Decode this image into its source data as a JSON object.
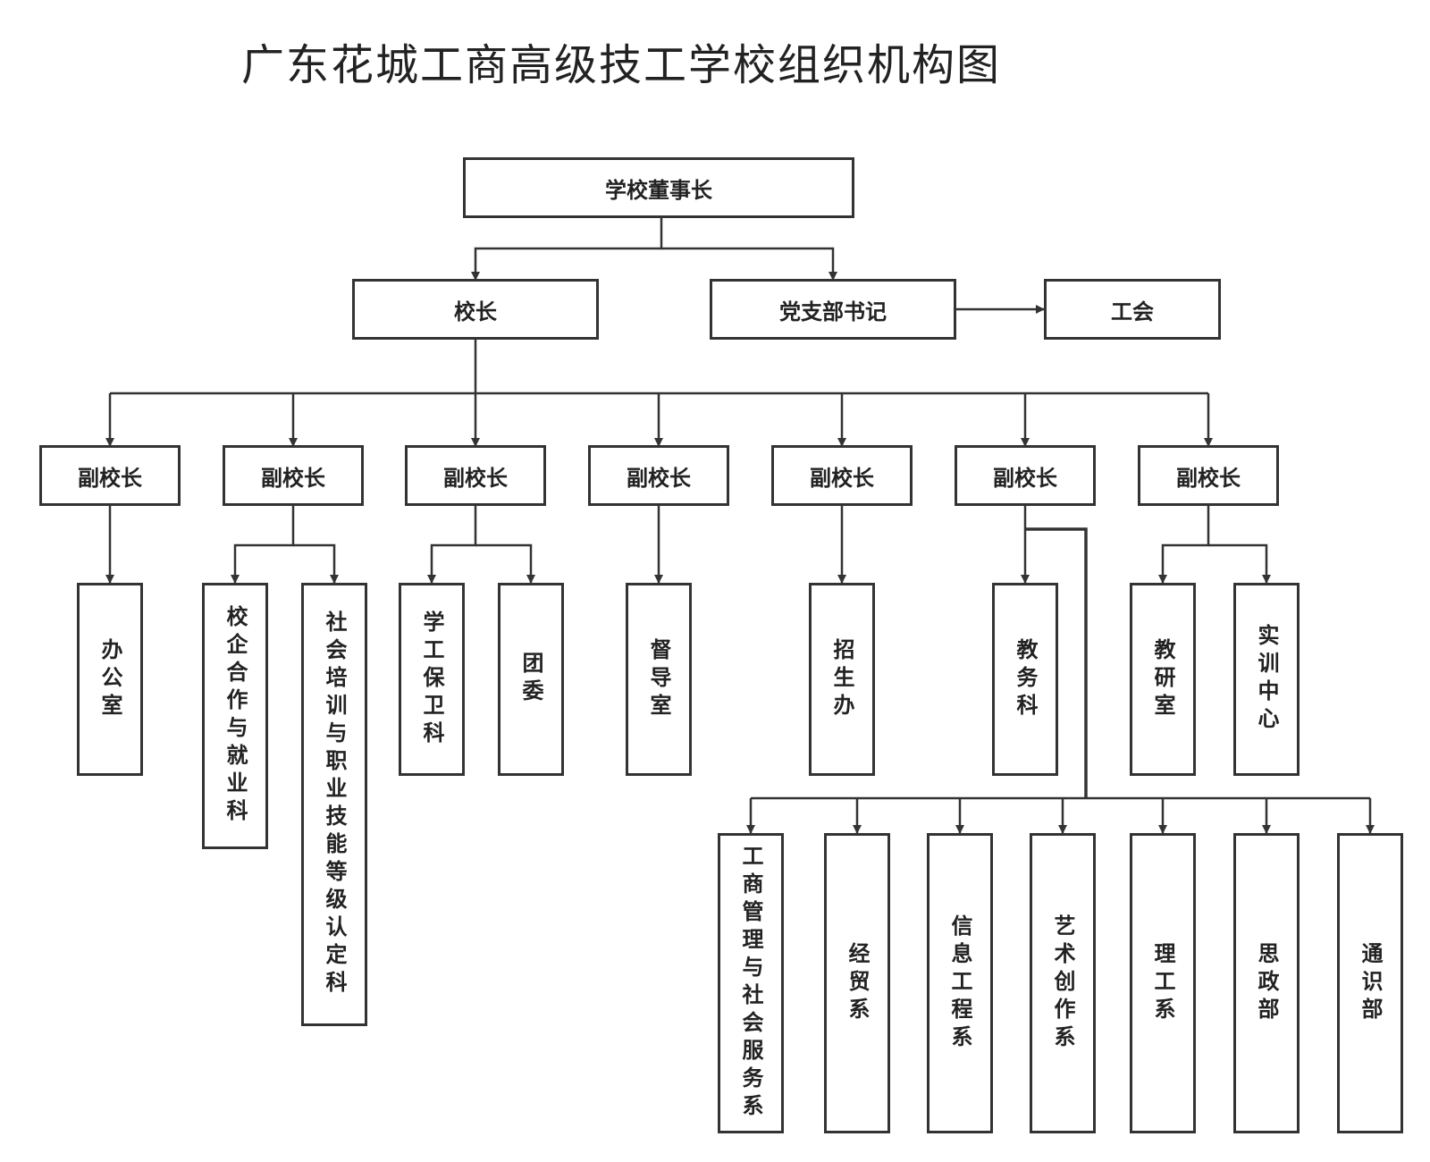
{
  "title": "广东花城工商高级技工学校组织机构图",
  "chairman": "学校董事长",
  "principal": "校长",
  "party_secretary": "党支部书记",
  "union": "工会",
  "vice_principal": "副校长",
  "offices": {
    "office": "办公室",
    "enterprise": "校企合作与就业科",
    "social_training": "社会培训与职业技能等级认定科",
    "student_security": "学工保卫科",
    "league": "团委",
    "supervision": "督导室",
    "admissions": "招生办",
    "academic": "教务科",
    "research": "教研室",
    "training_center": "实训中心"
  },
  "departments": {
    "business": "工商管理与社会服务系",
    "trade": "经贸系",
    "it": "信息工程系",
    "art": "艺术创作系",
    "science": "理工系",
    "politics": "思政部",
    "general": "通识部"
  }
}
